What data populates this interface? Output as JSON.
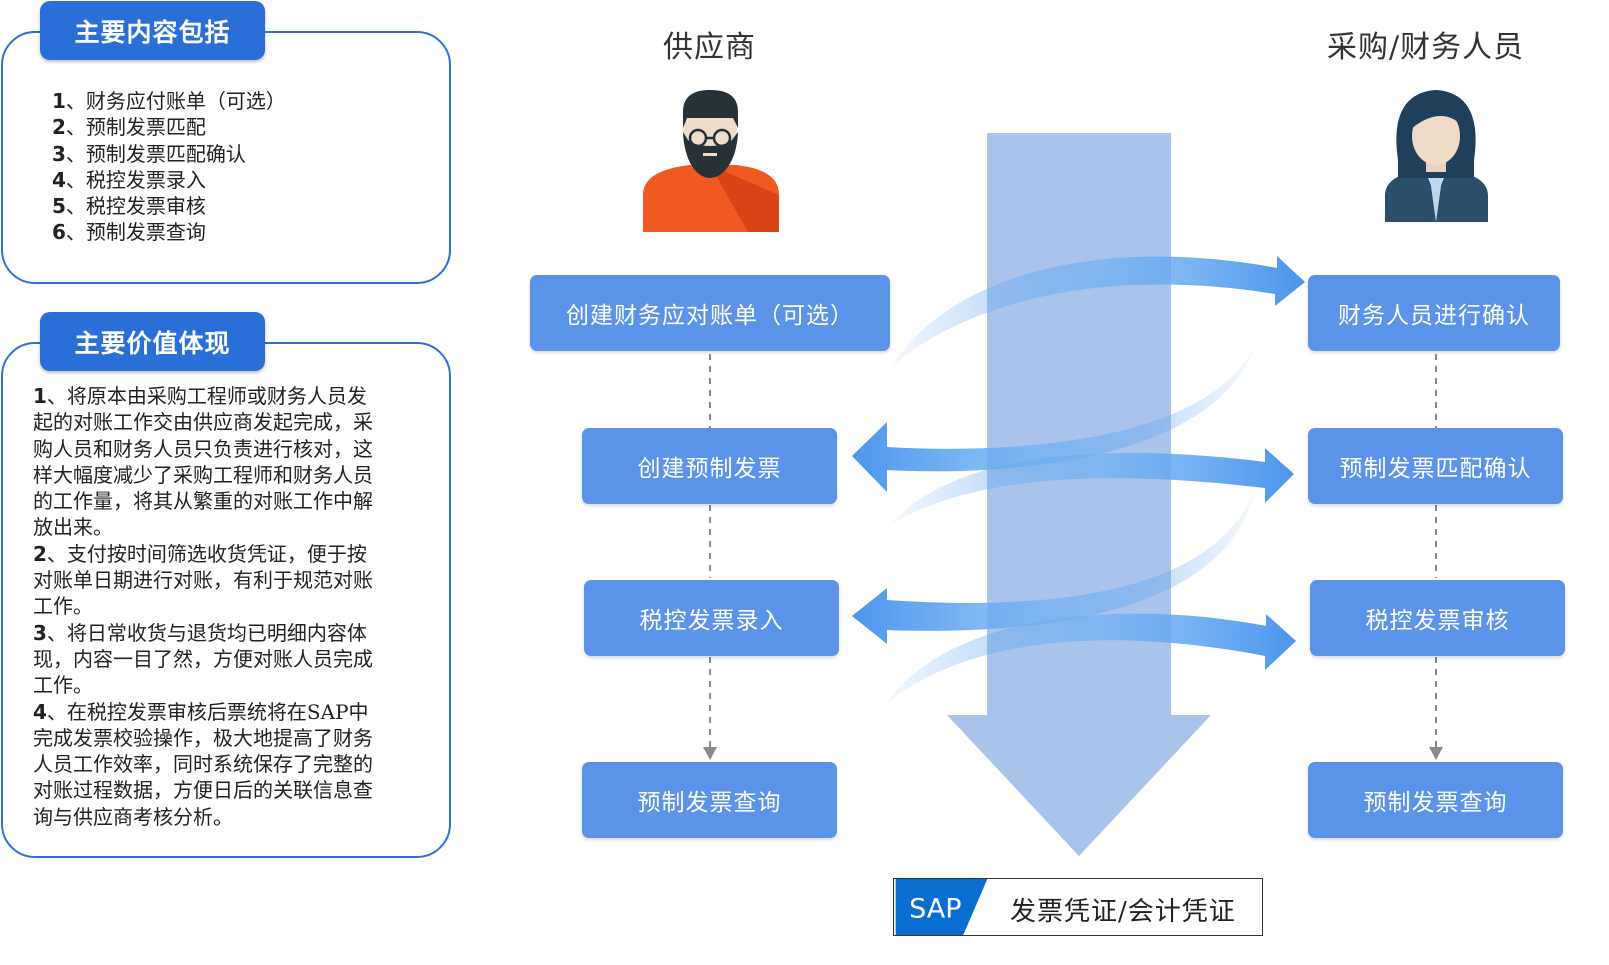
{
  "left_panel_1": {
    "title": "主要内容包括",
    "items": [
      {
        "num": "1",
        "text": "、财务应付账单（可选）"
      },
      {
        "num": "2",
        "text": "、预制发票匹配"
      },
      {
        "num": "3",
        "text": "、预制发票匹配确认"
      },
      {
        "num": "4",
        "text": "、税控发票录入"
      },
      {
        "num": "5",
        "text": "、税控发票审核"
      },
      {
        "num": "6",
        "text": "、预制发票查询"
      }
    ]
  },
  "left_panel_2": {
    "title": "主要价值体现",
    "lines": [
      {
        "num": "1",
        "text": "、将原本由采购工程师或财务人员发"
      },
      {
        "num": "",
        "text": "起的对账工作交由供应商发起完成，采"
      },
      {
        "num": "",
        "text": "购人员和财务人员只负责进行核对，这"
      },
      {
        "num": "",
        "text": "样大幅度减少了采购工程师和财务人员"
      },
      {
        "num": "",
        "text": "的工作量，将其从繁重的对账工作中解"
      },
      {
        "num": "",
        "text": "放出来。"
      },
      {
        "num": "2",
        "text": "、支付按时间筛选收货凭证，便于按"
      },
      {
        "num": "",
        "text": "对账单日期进行对账，有利于规范对账"
      },
      {
        "num": "",
        "text": "工作。"
      },
      {
        "num": "3",
        "text": "、将日常收货与退货均已明细内容体"
      },
      {
        "num": "",
        "text": "现，内容一目了然，方便对账人员完成"
      },
      {
        "num": "",
        "text": "工作。"
      },
      {
        "num": "4",
        "text": "、在税控发票审核后票统将在SAP中"
      },
      {
        "num": "",
        "text": "完成发票校验操作，极大地提高了财务"
      },
      {
        "num": "",
        "text": "人员工作效率，同时系统保存了完整的"
      },
      {
        "num": "",
        "text": "对账过程数据，方便日后的关联信息查"
      },
      {
        "num": "",
        "text": "询与供应商考核分析。"
      }
    ]
  },
  "roles": {
    "supplier": "供应商",
    "buyer": "采购/财务人员"
  },
  "supplier_steps": [
    "创建财务应对账单（可选）",
    "创建预制发票",
    "税控发票录入",
    "预制发票查询"
  ],
  "buyer_steps": [
    "财务人员进行确认",
    "预制发票匹配确认",
    "税控发票审核",
    "预制发票查询"
  ],
  "sap": {
    "logo": "SAP",
    "text": "发票凭证/会计凭证"
  },
  "colors": {
    "panel_border": "#2f6fd6",
    "tab": "#2a6fd8",
    "step_box": "#5b93e8",
    "big_arrow": "#a9c3ea",
    "swoosh": "#5aa0ef",
    "sap_blue": "#0a6ed1"
  },
  "icons": {
    "supplier": "bearded-man-avatar-icon",
    "buyer": "woman-avatar-icon"
  }
}
